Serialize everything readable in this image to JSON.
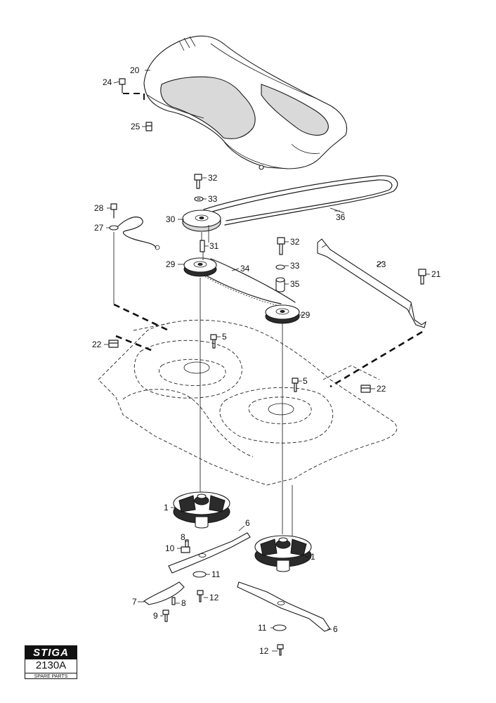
{
  "diagram": {
    "callouts": {
      "c20": "20",
      "c24": "24",
      "c25": "25",
      "c32a": "32",
      "c33a": "33",
      "c30": "30",
      "c36": "36",
      "c28": "28",
      "c27": "27",
      "c31": "31",
      "c32b": "32",
      "c33b": "33",
      "c35": "35",
      "c29a": "29",
      "c34": "34",
      "c29b": "29",
      "c23": "23",
      "c21": "21",
      "c22a": "22",
      "c5a": "5",
      "c5b": "5",
      "c22b": "22",
      "c1a": "1",
      "c6a": "6",
      "c8a": "8",
      "c10": "10",
      "c1b": "1",
      "c11a": "11",
      "c12a": "12",
      "c7": "7",
      "c8b": "8",
      "c9": "9",
      "c6b": "6",
      "c11b": "11",
      "c12b": "12"
    }
  },
  "badge": {
    "brand": "STIGA",
    "code": "2130A",
    "subtitle": "SPARE PARTS"
  }
}
